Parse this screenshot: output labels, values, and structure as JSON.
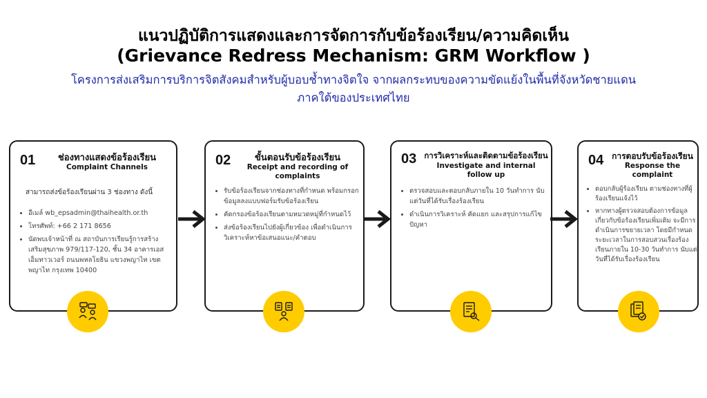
{
  "header": {
    "title_th": "แนวปฏิบัติการแสดงและการจัดการกับข้อร้องเรียน/ความคิดเห็น",
    "title_en": "(Grievance Redress Mechanism: GRM Workflow )",
    "subtitle_line1": "โครงการส่งเสริมการบริการจิตสังคมสำหรับผู้บอบช้ำทางจิตใจ จากผลกระทบของความขัดแย้งในพื้นที่จังหวัดชายแดน",
    "subtitle_line2": "ภาคใต้ของประเทศไทย"
  },
  "steps": [
    {
      "number": "01",
      "title_th": "ช่องทางแสดงข้อร้องเรียน",
      "title_en": "Complaint Channels",
      "intro": "สามารถส่งข้อร้องเรียนผ่าน 3 ช่องทาง ดังนี้",
      "points": [
        "อีเมล์ wb_epsadmin@thaihealth.or.th",
        "โทรศัพท์: +66 2 171 8656",
        "นัดพบเจ้าหน้าที่ ณ สถาบันการเรียนรู้การสร้างเสริมสุขภาพ 979/117-120, ชั้น 34 อาคารเอสเอ็มทาวเวอร์ ถนนพหลโยธิน แขวงพญาไท เขตพญาไท กรุงเทพ 10400"
      ],
      "icon": "people-chat-icon"
    },
    {
      "number": "02",
      "title_th": "ขั้นตอนรับข้อร้องเรียน",
      "title_en": "Receipt and recording of complaints",
      "intro": "",
      "points": [
        "รับข้อร้องเรียนจากช่องทางที่กำหนด พร้อมกรอกข้อมูลลงแบบฟอร์มรับข้อร้องเรียน",
        "คัดกรองข้อร้องเรียนตามหมวดหมู่ที่กำหนดไว้",
        "ส่งข้อร้องเรียนไปยังผู้เกี่ยวข้อง เพื่อดำเนินการวิเคราะห์หาข้อเสนอแนะ/คำตอบ"
      ],
      "icon": "people-documents-icon"
    },
    {
      "number": "03",
      "title_th": "การวิเคราะห์และติดตามข้อร้องเรียน",
      "title_en": "Investigate and internal follow up",
      "intro": "",
      "points": [
        "ตรวจสอบและตอบกลับภายใน 10 วันทำการ นับแต่วันที่ได้รับเรื่องร้องเรียน",
        "ดำเนินการวิเคราะห์ คัดแยก และสรุปการแก้ไขปัญหา"
      ],
      "icon": "document-search-icon"
    },
    {
      "number": "04",
      "title_th": "การตอบรับข้อร้องเรียน",
      "title_en": "Response the complaint",
      "intro": "",
      "points": [
        "ตอบกลับผู้ร้องเรียน ตามช่องทางที่ผู้ร้องเรียนแจ้งไว้",
        "หากทางผู้ตรวจสอบต้องการข้อมูลเกี่ยวกับข้อร้องเรียนเพิ่มเติม จะมีการดำเนินการขยายเวลา โดยมีกำหนดระยะเวลาในการสอบสวนเรื่องร้องเรียนภายใน 10-30 วันทำการ นับแต่วันที่ได้รับเรื่องร้องเรียน"
      ],
      "icon": "document-check-icon"
    }
  ],
  "colors": {
    "accent": "#ffcc00",
    "subtitle": "#1f2aa8",
    "border": "#1a1a1a"
  }
}
